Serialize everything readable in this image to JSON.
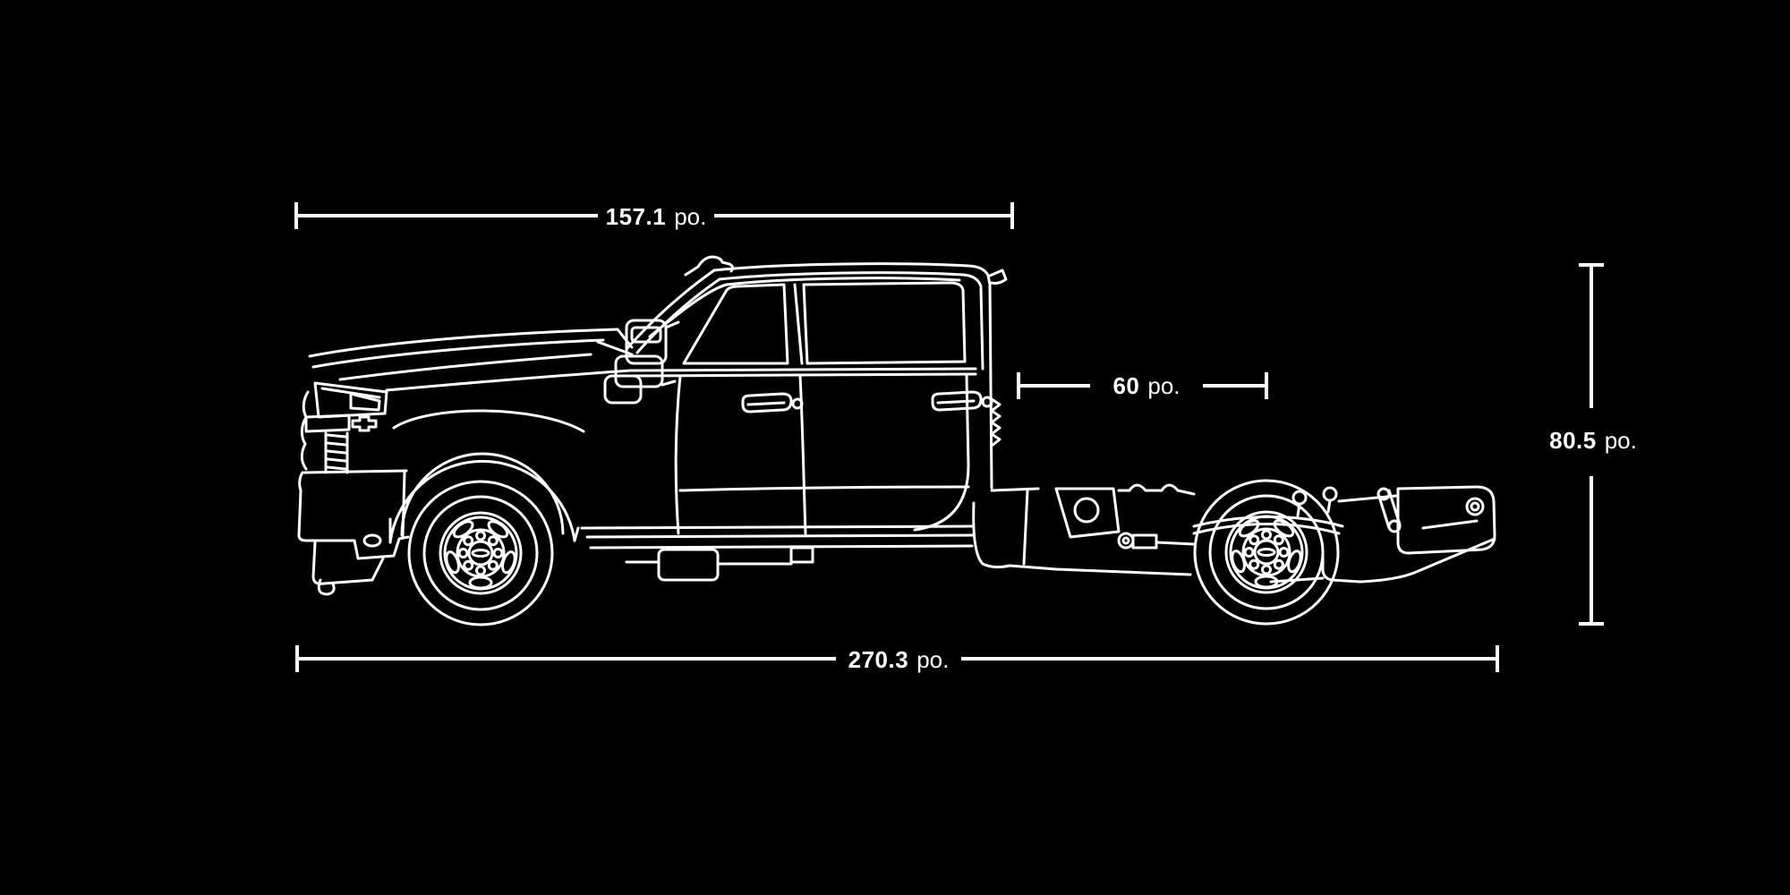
{
  "diagram": {
    "colors": {
      "background": "#000000",
      "line": "#ffffff"
    },
    "dimensions": {
      "top": {
        "value": "157.1",
        "unit": "po."
      },
      "middle": {
        "value": "60",
        "unit": "po."
      },
      "right": {
        "value": "80.5",
        "unit": "po."
      },
      "bottom": {
        "value": "270.3",
        "unit": "po."
      }
    }
  }
}
